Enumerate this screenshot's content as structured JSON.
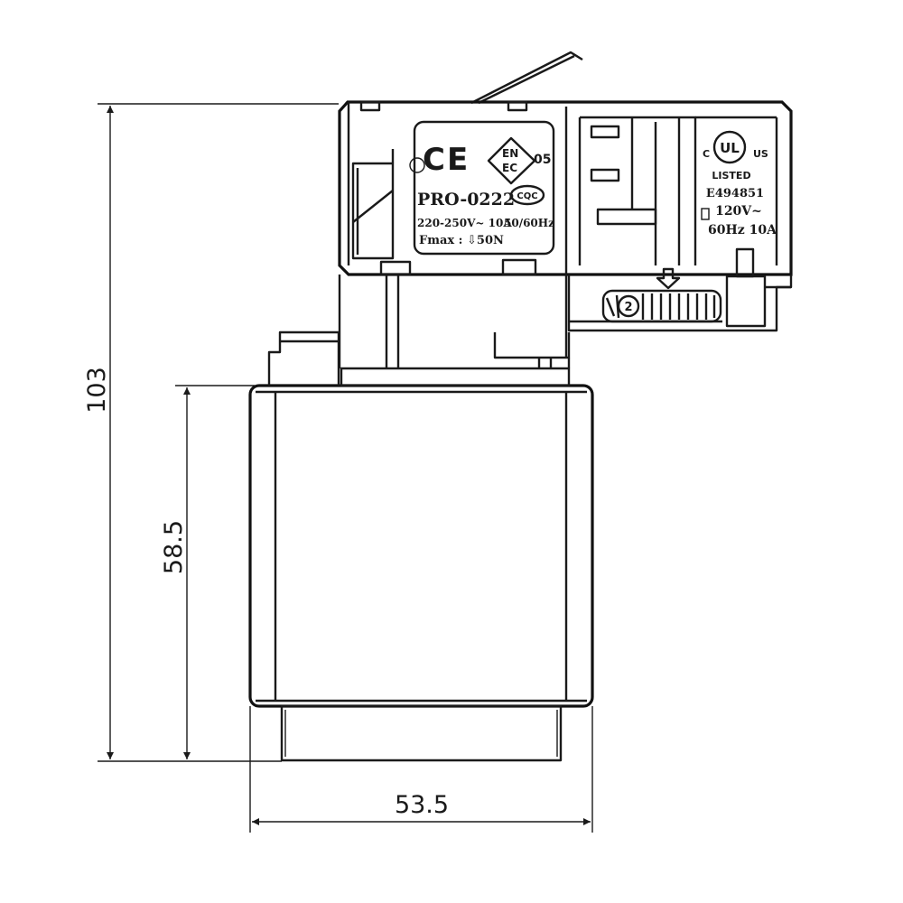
{
  "dimensions": {
    "total_height": "103",
    "body_height": "58.5",
    "width": "53.5"
  },
  "label": {
    "ce_mark": "CE",
    "model": "PRO-0222",
    "rating": "220-250V~ 10A",
    "frequency": "50/60Hz",
    "force": "Fmax : ⇩50N",
    "enec_number": "05",
    "cqc_mark": "CQC"
  },
  "ul_label": {
    "c": "C",
    "us": "US",
    "listed": "LISTED",
    "file_number": "E494851",
    "voltage": "120V~",
    "rating": "60Hz 10A"
  },
  "dial": {
    "number": "2"
  }
}
